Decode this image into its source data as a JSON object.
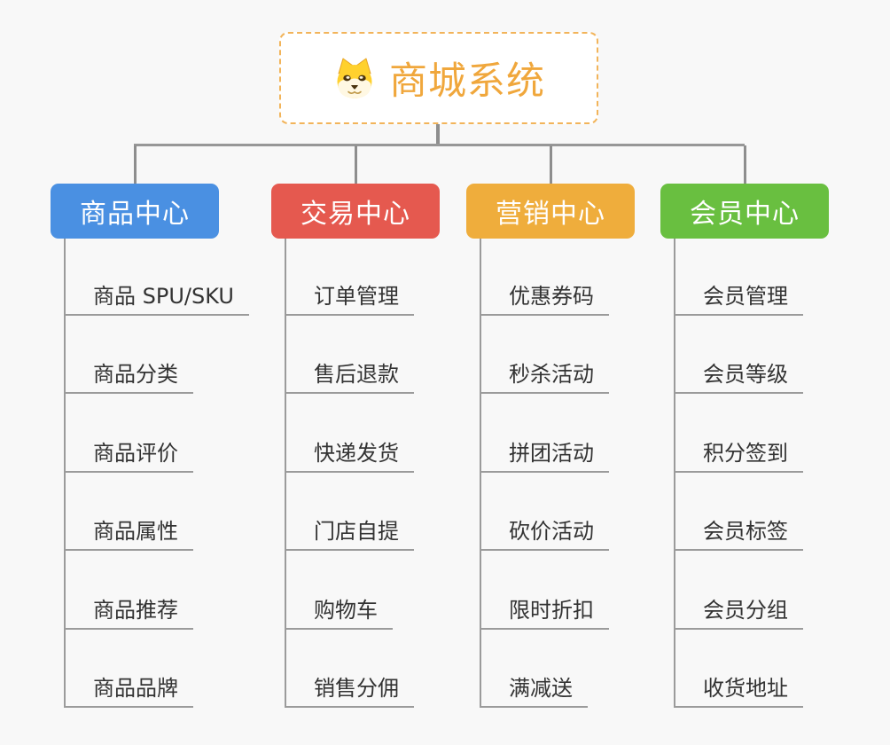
{
  "root": {
    "title": "商城系统",
    "icon": "dog-face-icon",
    "title_color": "#F0A73C",
    "border_color": "#F2B45A"
  },
  "colors": {
    "background": "#F8F8F8",
    "connector": "#8E8E8E",
    "leaf_line": "#9B9B9B",
    "leaf_text": "#333333"
  },
  "branches": [
    {
      "label": "商品中心",
      "color": "#4A90E2",
      "items": [
        "商品 SPU/SKU",
        "商品分类",
        "商品评价",
        "商品属性",
        "商品推荐",
        "商品品牌"
      ]
    },
    {
      "label": "交易中心",
      "color": "#E5594F",
      "items": [
        "订单管理",
        "售后退款",
        "快递发货",
        "门店自提",
        "购物车",
        "销售分佣"
      ]
    },
    {
      "label": "营销中心",
      "color": "#EFAD3C",
      "items": [
        "优惠券码",
        "秒杀活动",
        "拼团活动",
        "砍价活动",
        "限时折扣",
        "满减送"
      ]
    },
    {
      "label": "会员中心",
      "color": "#69BF40",
      "items": [
        "会员管理",
        "会员等级",
        "积分签到",
        "会员标签",
        "会员分组",
        "收货地址"
      ]
    }
  ]
}
